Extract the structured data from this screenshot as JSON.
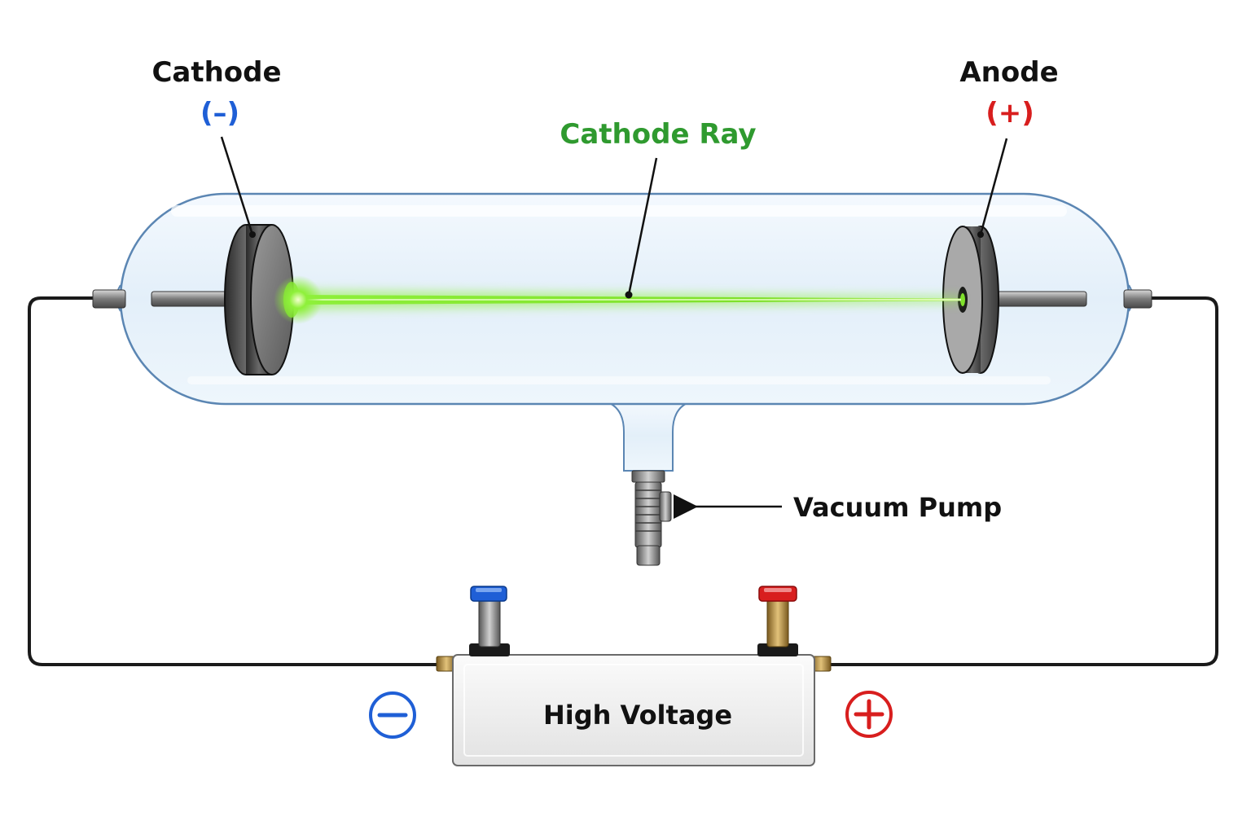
{
  "labels": {
    "cathode": "Cathode",
    "cathode_sign": "(–)",
    "anode": "Anode",
    "anode_sign": "(+)",
    "cathode_ray": "Cathode Ray",
    "vacuum_pump": "Vacuum Pump",
    "power_supply": "High Voltage"
  },
  "colors": {
    "negative": "#1f5fd6",
    "positive": "#d81e1e",
    "ray": "#2f9a2f",
    "beam": "#7ee02a",
    "wire": "#1a1a1a",
    "glass_stroke": "#5b86b3",
    "glass_fill": "#e9f3fb"
  },
  "icons": {
    "minus_terminal": "minus-circle-icon",
    "plus_terminal": "plus-circle-icon"
  }
}
